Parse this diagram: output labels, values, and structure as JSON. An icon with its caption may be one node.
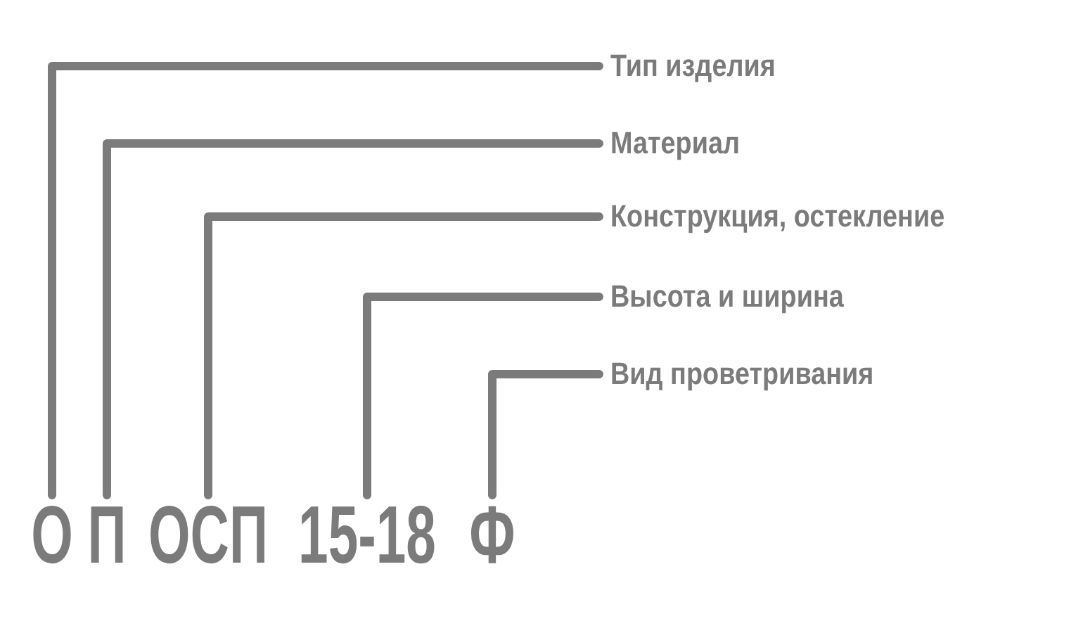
{
  "diagram": {
    "nodes": [
      {
        "text": [
          "Тип изделия"
        ]
      },
      {
        "text": [
          "Материал"
        ]
      },
      {
        "text": [
          "Конструкция, остекление"
        ]
      },
      {
        "text": [
          "Высота и ширина"
        ]
      },
      {
        "text": [
          "Вид проветривания"
        ]
      },
      {
        "text": [
          "О"
        ]
      },
      {
        "text": [
          "П"
        ]
      },
      {
        "text": [
          "ОСП"
        ]
      },
      {
        "text": [
          "15-18"
        ]
      },
      {
        "text": [
          "Ф"
        ]
      }
    ],
    "edges": [
      {
        "from": 0,
        "to": 5,
        "arrow": "none"
      },
      {
        "from": 1,
        "to": 6,
        "arrow": "none"
      },
      {
        "from": 2,
        "to": 7,
        "arrow": "none"
      },
      {
        "from": 3,
        "to": 8,
        "arrow": "none"
      },
      {
        "from": 4,
        "to": 9,
        "arrow": "none"
      }
    ]
  }
}
